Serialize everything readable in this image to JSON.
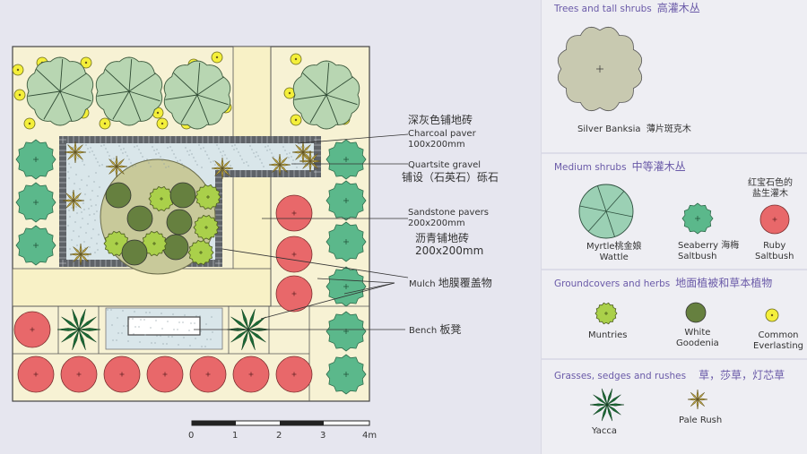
{
  "callouts": {
    "charcoal_zh": "深灰色铺地砖",
    "charcoal_en": "Charcoal paver",
    "charcoal_size": "100x200mm",
    "gravel_en": "Quartsite gravel",
    "gravel_zh": "铺设（石英石）砾石",
    "sandstone_en": "Sandstone pavers",
    "sandstone_size": "200x200mm",
    "sandstone_zh": "沥青铺地砖",
    "sandstone_size_big": "200x200mm",
    "mulch_en": "Mulch",
    "mulch_zh": "地膜覆盖物",
    "bench_en": "Bench",
    "bench_zh": "板凳"
  },
  "scale": {
    "labels": [
      "0",
      "1",
      "2",
      "3",
      "4m"
    ]
  },
  "legend": {
    "trees": {
      "title_en": "Trees and tall shrubs",
      "title_zh": "高灌木丛",
      "silver_banksia_en": "Silver Banksia",
      "silver_banksia_zh": "薄片斑克木"
    },
    "medium": {
      "title_en": "Medium shrubs",
      "title_zh": "中等灌木丛",
      "myrtle_en1": "Myrtle",
      "myrtle_zh": "桃金娘",
      "myrtle_en2": "Wattle",
      "seaberry_en1": "Seaberry",
      "seaberry_zh": "海梅",
      "seaberry_en2": "Saltbush",
      "ruby_zh1": "红宝石色的",
      "ruby_zh2": "盐生灌木",
      "ruby_en1": "Ruby",
      "ruby_en2": "Saltbush"
    },
    "ground": {
      "title_en": "Groundcovers and herbs",
      "title_zh": "地面植被和草本植物",
      "muntries": "Muntries",
      "goodenia1": "White",
      "goodenia2": "Goodenia",
      "everlasting1": "Common",
      "everlasting2": "Everlasting"
    },
    "grasses": {
      "title_en": "Grasses, sedges and rushes",
      "title_zh": "草，莎草，灯芯草",
      "yacca": "Yacca",
      "pale_rush": "Pale Rush"
    }
  },
  "colors": {
    "paper": "#f7f2d4",
    "sand": "#f8f1c6",
    "gravel": "#d9e6ea",
    "charcoal": "#6f7277",
    "banksia_fill": "#b8d6b2",
    "myrtle_fill": "#9bd0b4",
    "saltbush_fill": "#5bb88b",
    "ruby_fill": "#e8686a",
    "muntries_fill": "#aad04a",
    "goodenia_fill": "#66803f",
    "everlasting_fill": "#f4ef3a",
    "grass_fill": "#1b6a35"
  }
}
